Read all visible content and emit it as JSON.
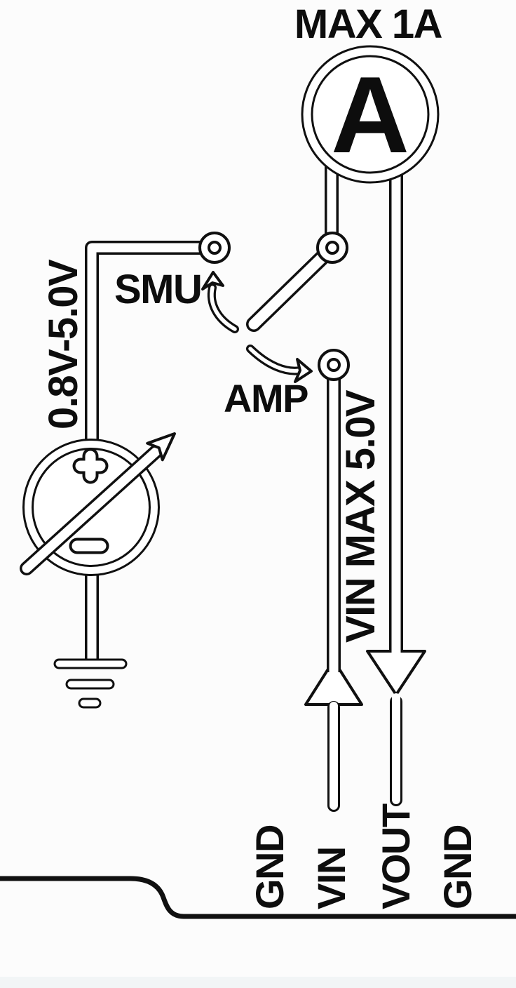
{
  "diagram": {
    "ammeter": {
      "letter": "A",
      "max_label": "MAX 1A"
    },
    "source": {
      "range_label": "0.8V-5.0V",
      "plus_symbol": "+",
      "minus_symbol": "−"
    },
    "switch": {
      "smu_label": "SMU",
      "amp_label": "AMP"
    },
    "vin_note": "VIN MAX 5.0V",
    "pins": [
      {
        "label": "GND"
      },
      {
        "label": "VIN"
      },
      {
        "label": "VOUT"
      },
      {
        "label": "GND"
      }
    ],
    "colors": {
      "line": "#101010",
      "background": "#fcfcfc",
      "shape_fill": "#ffffff"
    }
  }
}
